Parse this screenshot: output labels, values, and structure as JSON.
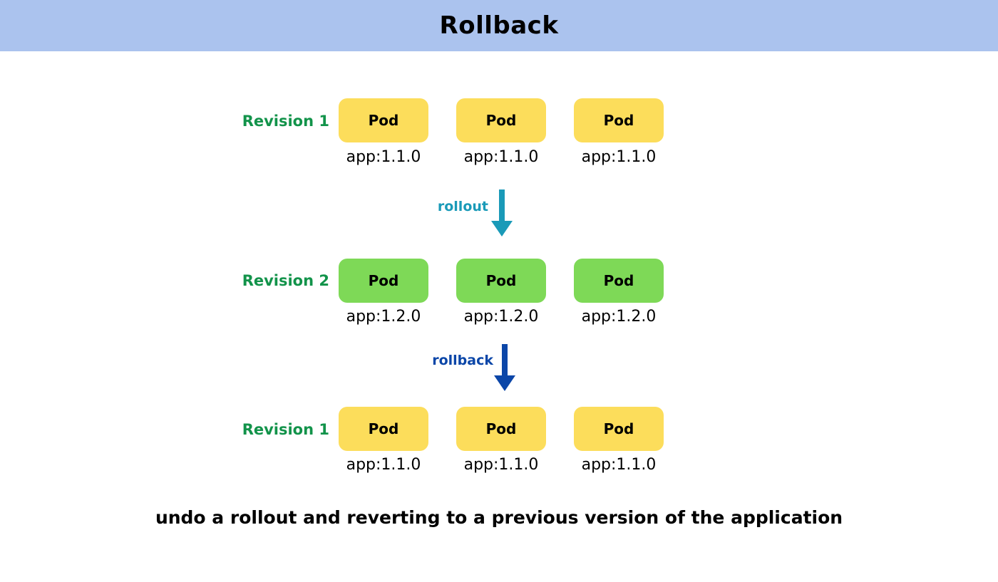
{
  "title": "Rollback",
  "colors": {
    "header_bg": "#abc3ee",
    "revision_label": "#12934a",
    "pod_v1": "#fcdd5b",
    "pod_v2": "#7ed957",
    "rollout_arrow": "#1a9ab8",
    "rollback_arrow": "#0b46a8"
  },
  "rows": [
    {
      "revision": "Revision 1",
      "pods": [
        {
          "label": "Pod",
          "version": "app:1.1.0"
        },
        {
          "label": "Pod",
          "version": "app:1.1.0"
        },
        {
          "label": "Pod",
          "version": "app:1.1.0"
        }
      ]
    },
    {
      "revision": "Revision 2",
      "pods": [
        {
          "label": "Pod",
          "version": "app:1.2.0"
        },
        {
          "label": "Pod",
          "version": "app:1.2.0"
        },
        {
          "label": "Pod",
          "version": "app:1.2.0"
        }
      ]
    },
    {
      "revision": "Revision 1",
      "pods": [
        {
          "label": "Pod",
          "version": "app:1.1.0"
        },
        {
          "label": "Pod",
          "version": "app:1.1.0"
        },
        {
          "label": "Pod",
          "version": "app:1.1.0"
        }
      ]
    }
  ],
  "transitions": [
    {
      "label": "rollout"
    },
    {
      "label": "rollback"
    }
  ],
  "caption": "undo a rollout and reverting to a previous version of the application"
}
